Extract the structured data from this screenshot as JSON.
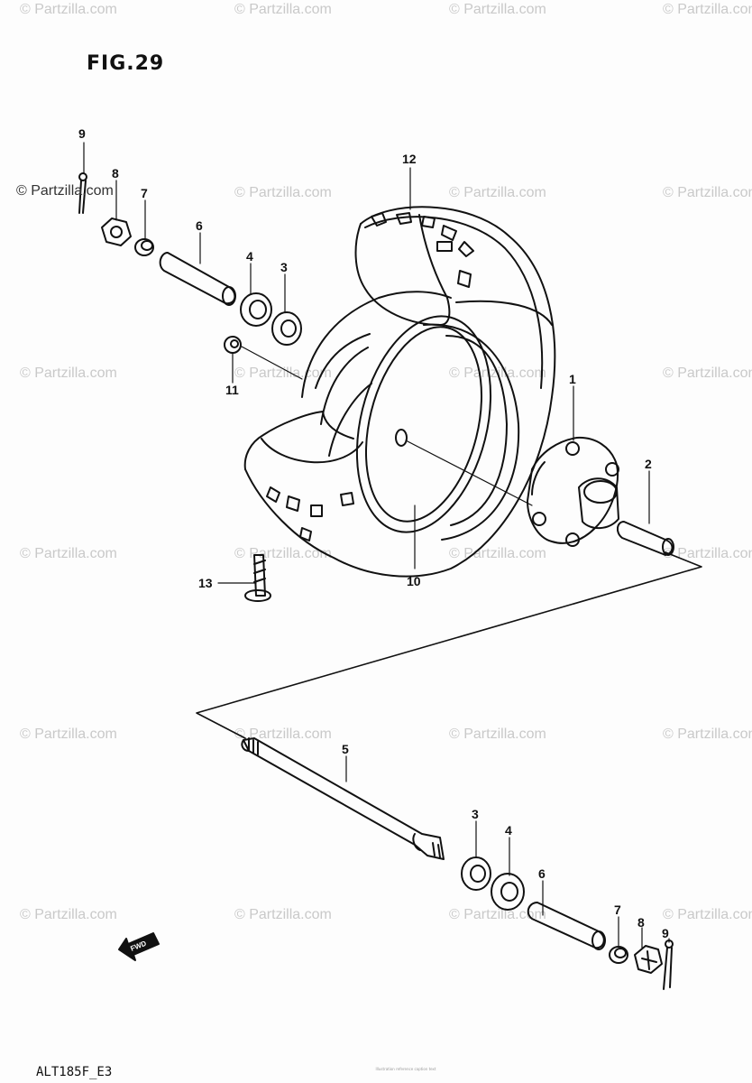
{
  "figure": {
    "title": "FIG.29",
    "model_code": "ALT185F_E3",
    "footer_tiny": "Illustration reference caption text"
  },
  "watermark": {
    "text": "© Partzilla.com",
    "accent_text": "© Partzilla.com"
  },
  "callouts": {
    "c1": "1",
    "c2": "2",
    "c3_top": "3",
    "c4_top": "4",
    "c5": "5",
    "c6_top": "6",
    "c7_top": "7",
    "c8_top": "8",
    "c9_top": "9",
    "c10": "10",
    "c11": "11",
    "c12": "12",
    "c13": "13",
    "c3_bot": "3",
    "c4_bot": "4",
    "c6_bot": "6",
    "c7_bot": "7",
    "c8_bot": "8",
    "c9_bot": "9"
  },
  "fwd_label": "FWD",
  "colors": {
    "ink": "#111111",
    "watermark": "#c9c9c9",
    "paper": "#fdfdfd"
  }
}
